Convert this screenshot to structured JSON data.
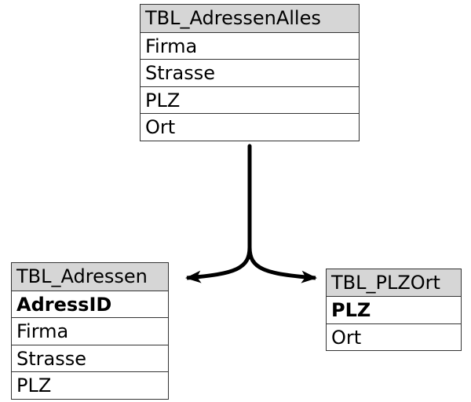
{
  "tables": {
    "adressen_alles": {
      "title": "TBL_AdressenAlles",
      "fields": [
        "Firma",
        "Strasse",
        "PLZ",
        "Ort"
      ]
    },
    "adressen": {
      "title": "TBL_Adressen",
      "key_field": "AdressID",
      "fields": [
        "Firma",
        "Strasse",
        "PLZ"
      ]
    },
    "plz_ort": {
      "title": "TBL_PLZOrt",
      "key_field": "PLZ",
      "fields": [
        "Ort"
      ]
    }
  },
  "colors": {
    "header_fill": "#d6d6d6",
    "border": "#333333",
    "connector": "#000000"
  }
}
